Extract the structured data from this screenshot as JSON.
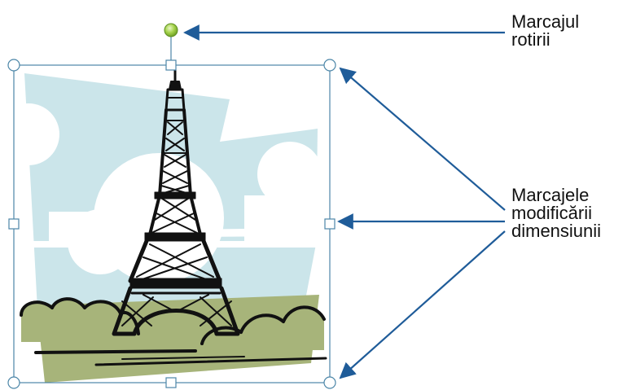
{
  "callouts": {
    "rotation_handle_label": "Marcajul\nrotirii",
    "resize_handles_label": "Marcajele\nmodificării\ndimensiunii"
  },
  "clipart": {
    "subject": "Eiffel Tower",
    "colors": {
      "sky": "#cbe5ea",
      "grass": "#a7b47a",
      "ink": "#111111",
      "frame": "#4c86a8",
      "rotation_handle": "#8dc63f",
      "arrow": "#1f5c99"
    }
  }
}
